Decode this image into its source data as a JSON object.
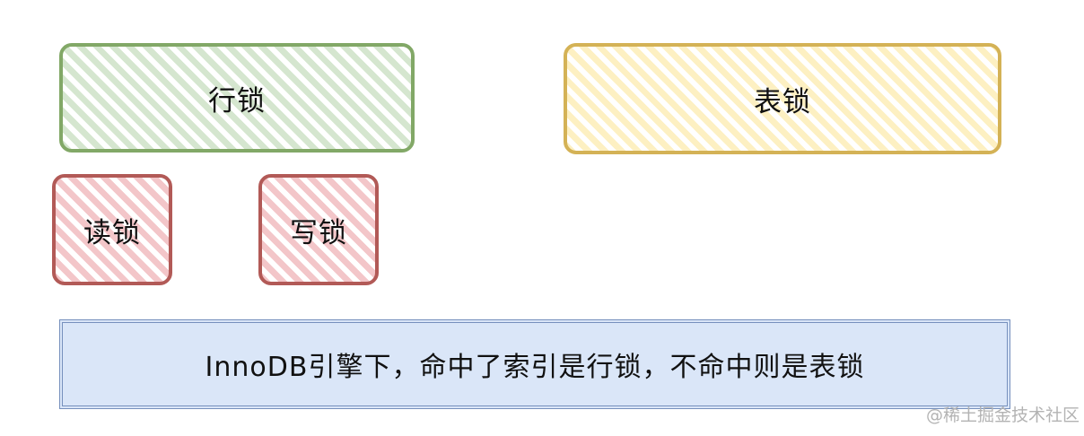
{
  "diagram": {
    "boxes": [
      {
        "id": "row-lock",
        "label": "行锁",
        "stroke": "#82a867",
        "fill": "#d5e6cf"
      },
      {
        "id": "table-lock",
        "label": "表锁",
        "stroke": "#d4b256",
        "fill": "#fdf0c2"
      },
      {
        "id": "read-lock",
        "label": "读锁",
        "stroke": "#b25a57",
        "fill": "#f3c6c9"
      },
      {
        "id": "write-lock",
        "label": "写锁",
        "stroke": "#b25a57",
        "fill": "#f3c6c9"
      }
    ],
    "note": {
      "text": "InnoDB引擎下，命中了索引是行锁，不命中则是表锁",
      "fill": "#dae6f8",
      "stroke": "#7690bd"
    },
    "watermark": "@稀土掘金技术社区"
  }
}
